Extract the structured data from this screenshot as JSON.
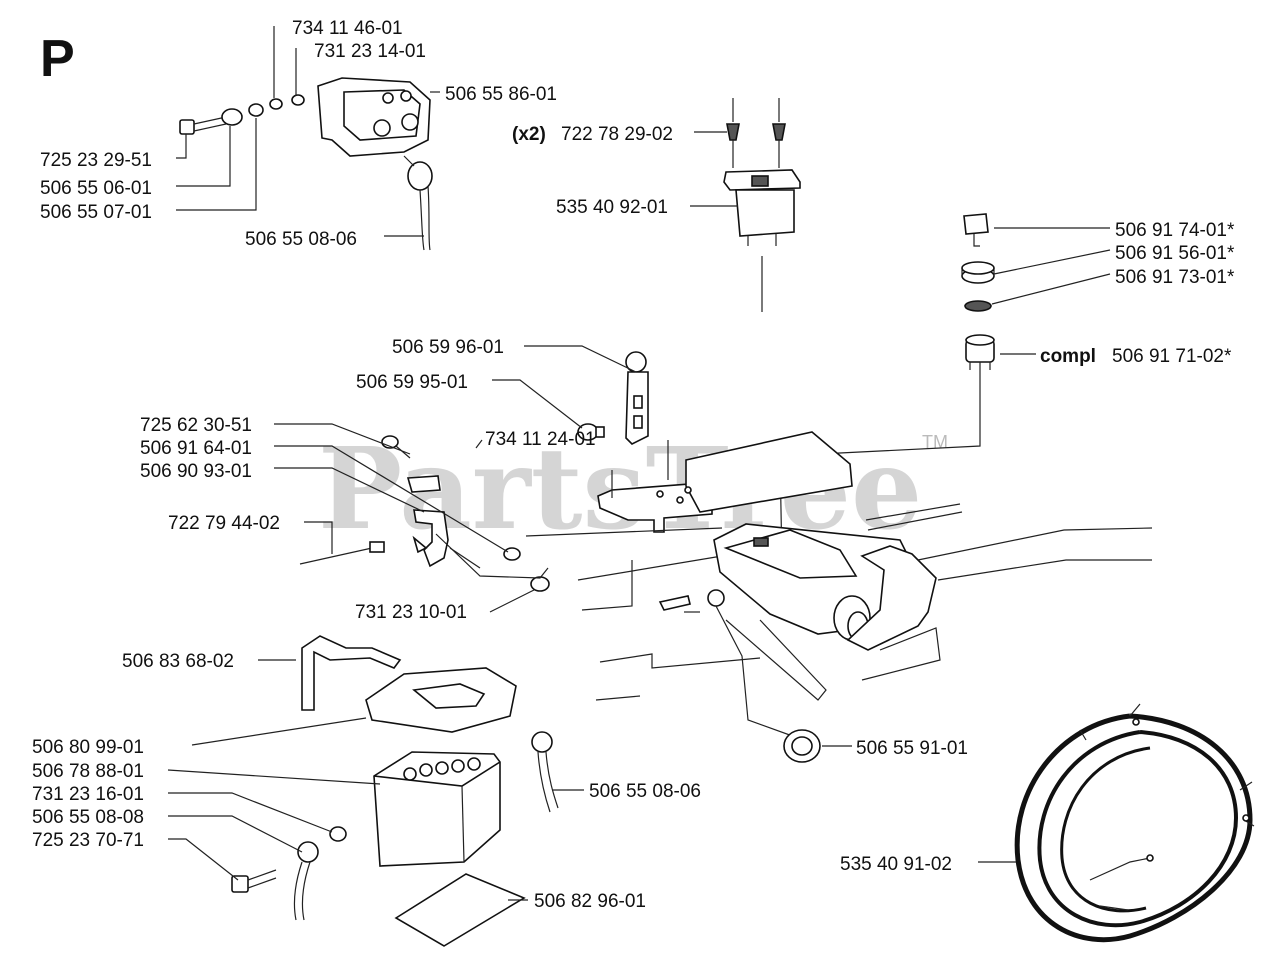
{
  "section_letter": "P",
  "watermark": {
    "text": "PartsTree",
    "tm": "TM"
  },
  "parts": {
    "p734114601": "734 11 46-01",
    "p731231401": "731 23 14-01",
    "p506558601": "506 55 86-01",
    "p725232951": "725 23 29-51",
    "p506550601": "506 55 06-01",
    "p506550701": "506 55 07-01",
    "p506550806a": "506 55 08-06",
    "x2_prefix": "(x2)",
    "p722782902": "722 78 29-02",
    "p535409201": "535 40 92-01",
    "p506917401": "506 91 74-01*",
    "p506915601": "506 91 56-01*",
    "p506917301": "506 91 73-01*",
    "compl_prefix": "compl",
    "p506917102": "506 91 71-02*",
    "p506599601": "506 59 96-01",
    "p506599501": "506 59 95-01",
    "p725623051": "725 62 30-51",
    "p506916401": "506 91 64-01",
    "p506909301": "506 90 93-01",
    "p734112401": "734 11 24-01",
    "p722794402": "722 79 44-02",
    "p731231001": "731 23 10-01",
    "p506836802": "506 83 68-02",
    "p506809901": "506 80 99-01",
    "p506788801": "506 78 88-01",
    "p731231601": "731 23 16-01",
    "p506550808": "506 55 08-08",
    "p725237071": "725 23 70-71",
    "p506550806b": "506 55 08-06",
    "p506559101": "506 55 91-01",
    "p506829601": "506 82 96-01",
    "p535409102": "535 40 91-02"
  },
  "icons": [
    "solenoid-icon",
    "bolt-icon",
    "washer-icon",
    "nut-icon",
    "battery-icon",
    "key-icon",
    "ignition-switch-icon",
    "wire-harness-icon",
    "lever-icon",
    "socket-icon"
  ]
}
